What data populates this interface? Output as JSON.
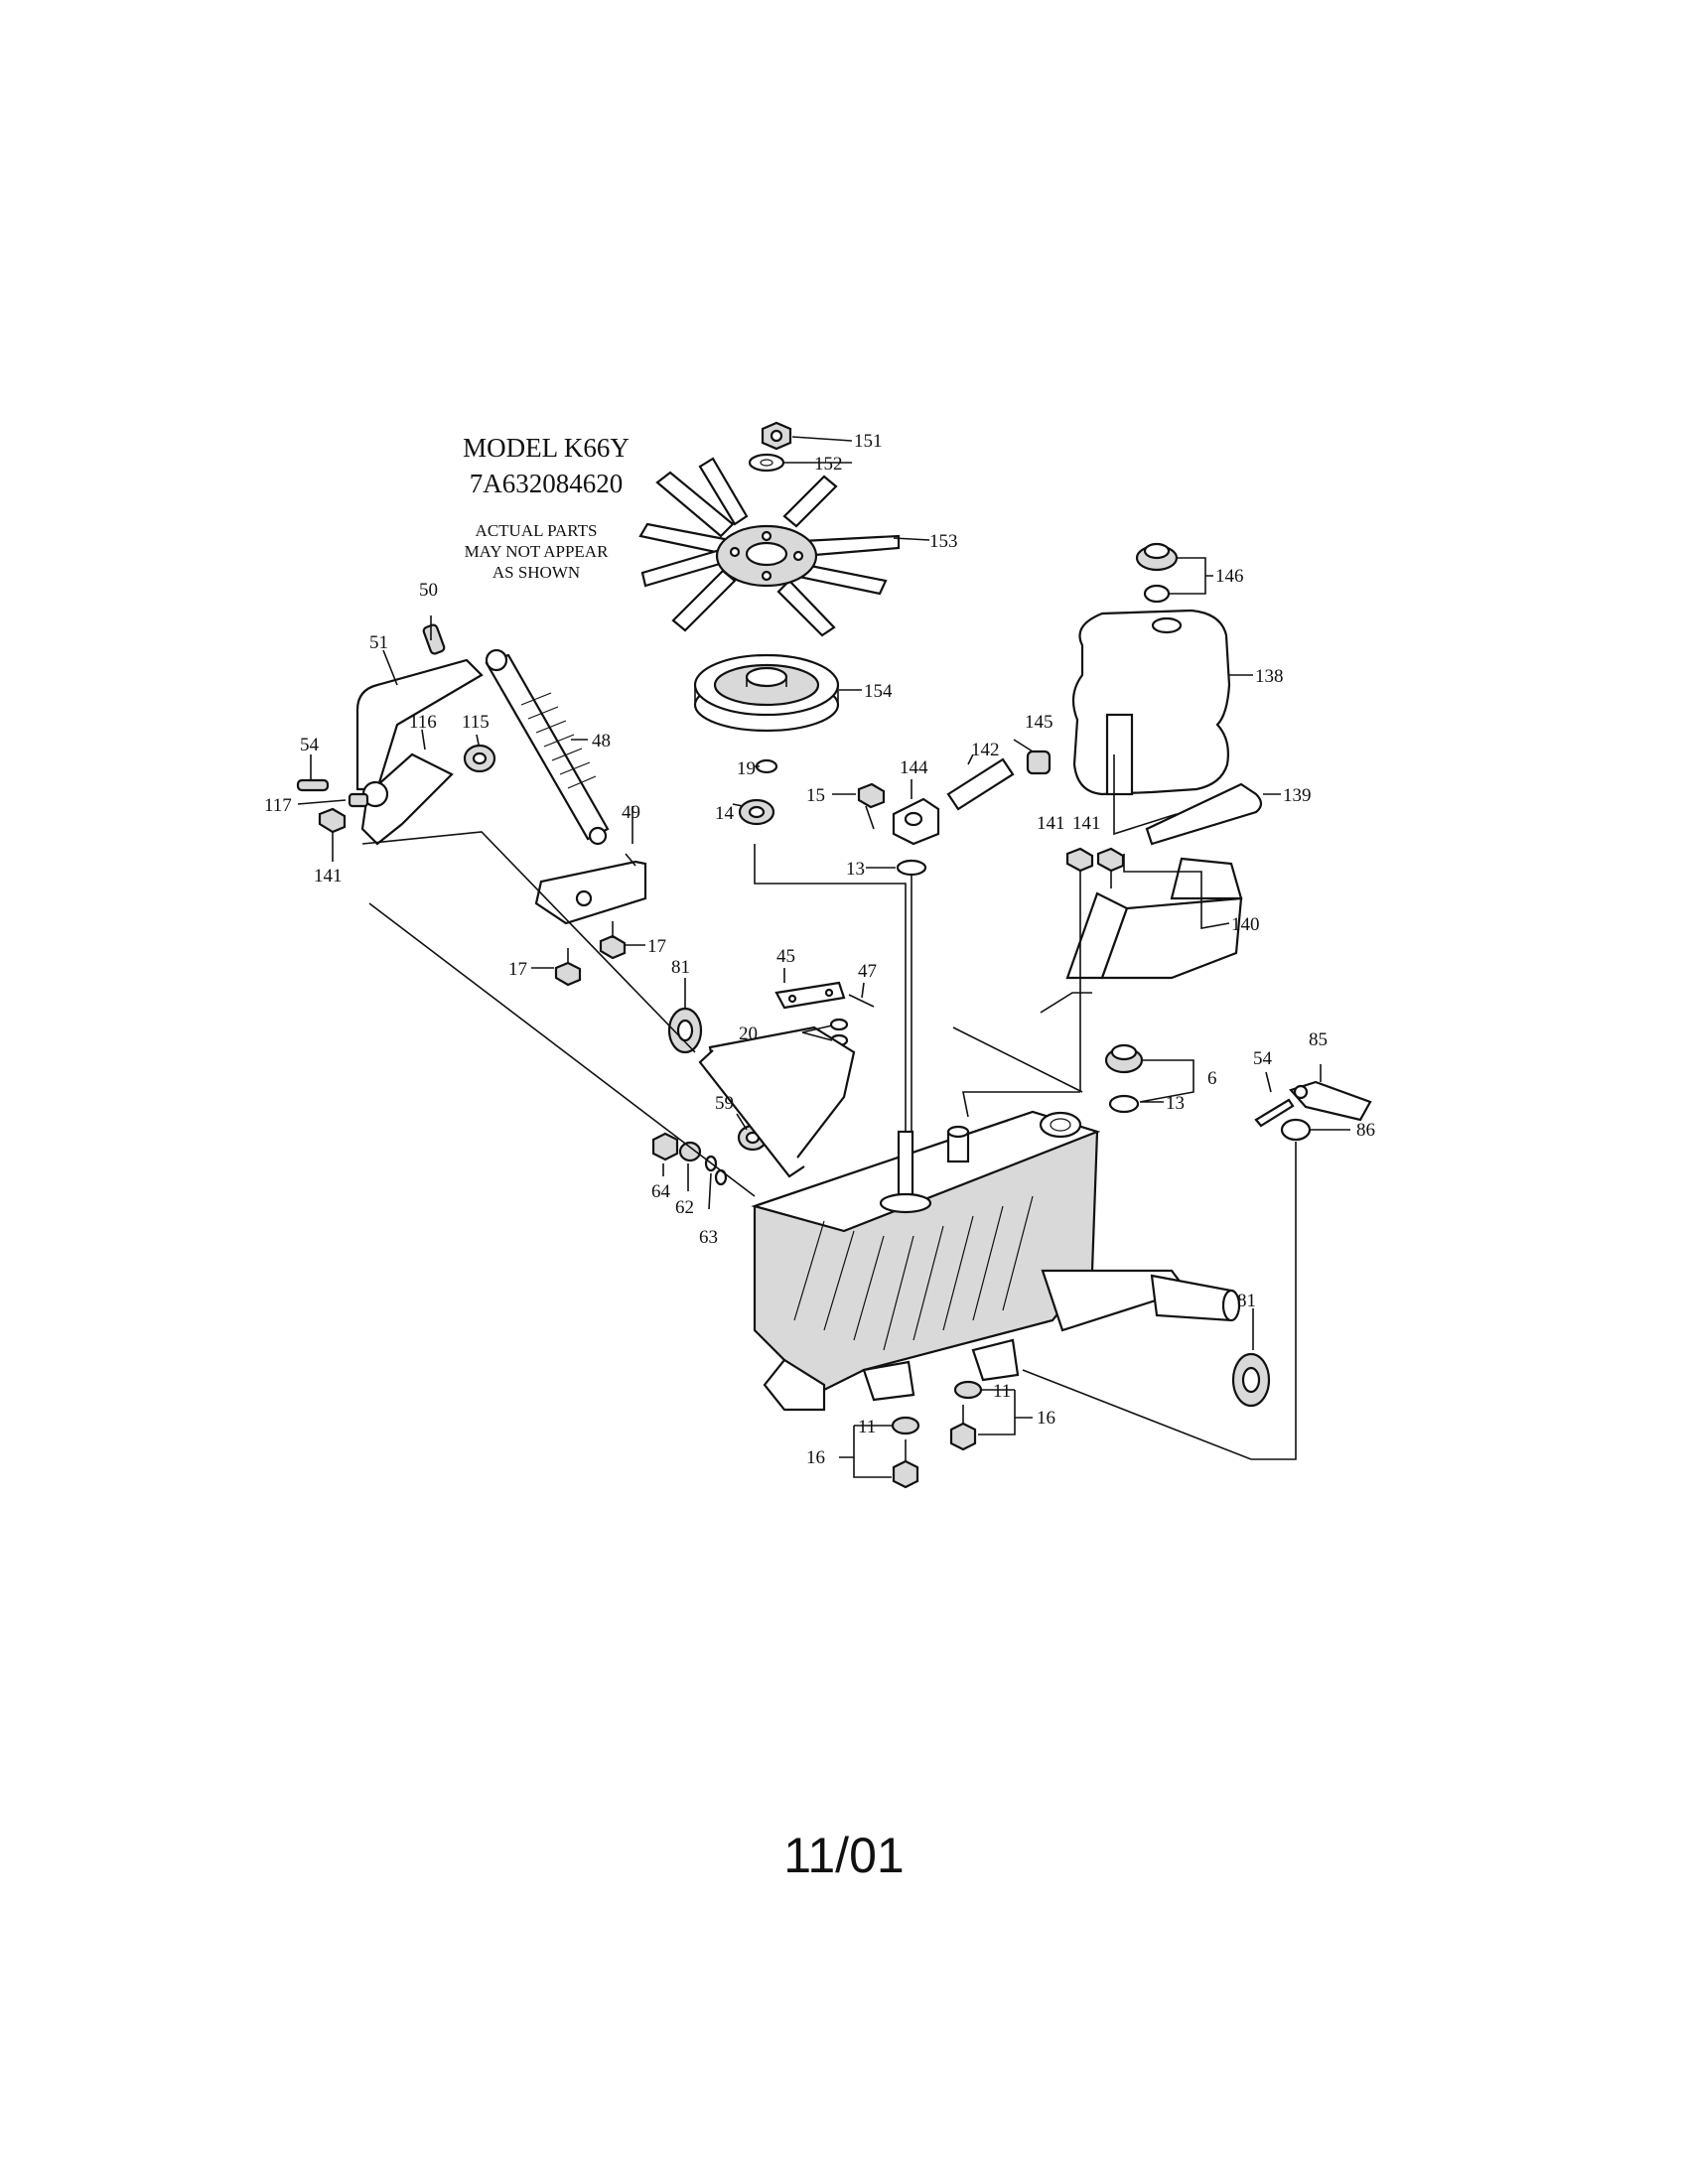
{
  "header": {
    "model": "MODEL K66Y",
    "model_number": "7A632084620",
    "note_lines": [
      "ACTUAL PARTS",
      "MAY NOT APPEAR",
      "AS SHOWN"
    ]
  },
  "footer": {
    "date": "11/01"
  },
  "callouts": {
    "c151": "151",
    "c152": "152",
    "c153": "153",
    "c154": "154",
    "c146": "146",
    "c138": "138",
    "c145": "145",
    "c142": "142",
    "c144": "144",
    "c139": "139",
    "c15": "15",
    "c19": "19",
    "c14": "14",
    "c13a": "13",
    "c141a": "141",
    "c141b": "141",
    "c140": "140",
    "c50": "50",
    "c51": "51",
    "c116": "116",
    "c115": "115",
    "c48": "48",
    "c54a": "54",
    "c117": "117",
    "c141c": "141",
    "c49": "49",
    "c17a": "17",
    "c17b": "17",
    "c81a": "81",
    "c45": "45",
    "c47": "47",
    "c20": "20",
    "c59": "59",
    "c64": "64",
    "c62": "62",
    "c63": "63",
    "c6": "6",
    "c13b": "13",
    "c54b": "54",
    "c85": "85",
    "c86": "86",
    "c81b": "81",
    "c11a": "11",
    "c16a": "16",
    "c11b": "11",
    "c16b": "16"
  }
}
